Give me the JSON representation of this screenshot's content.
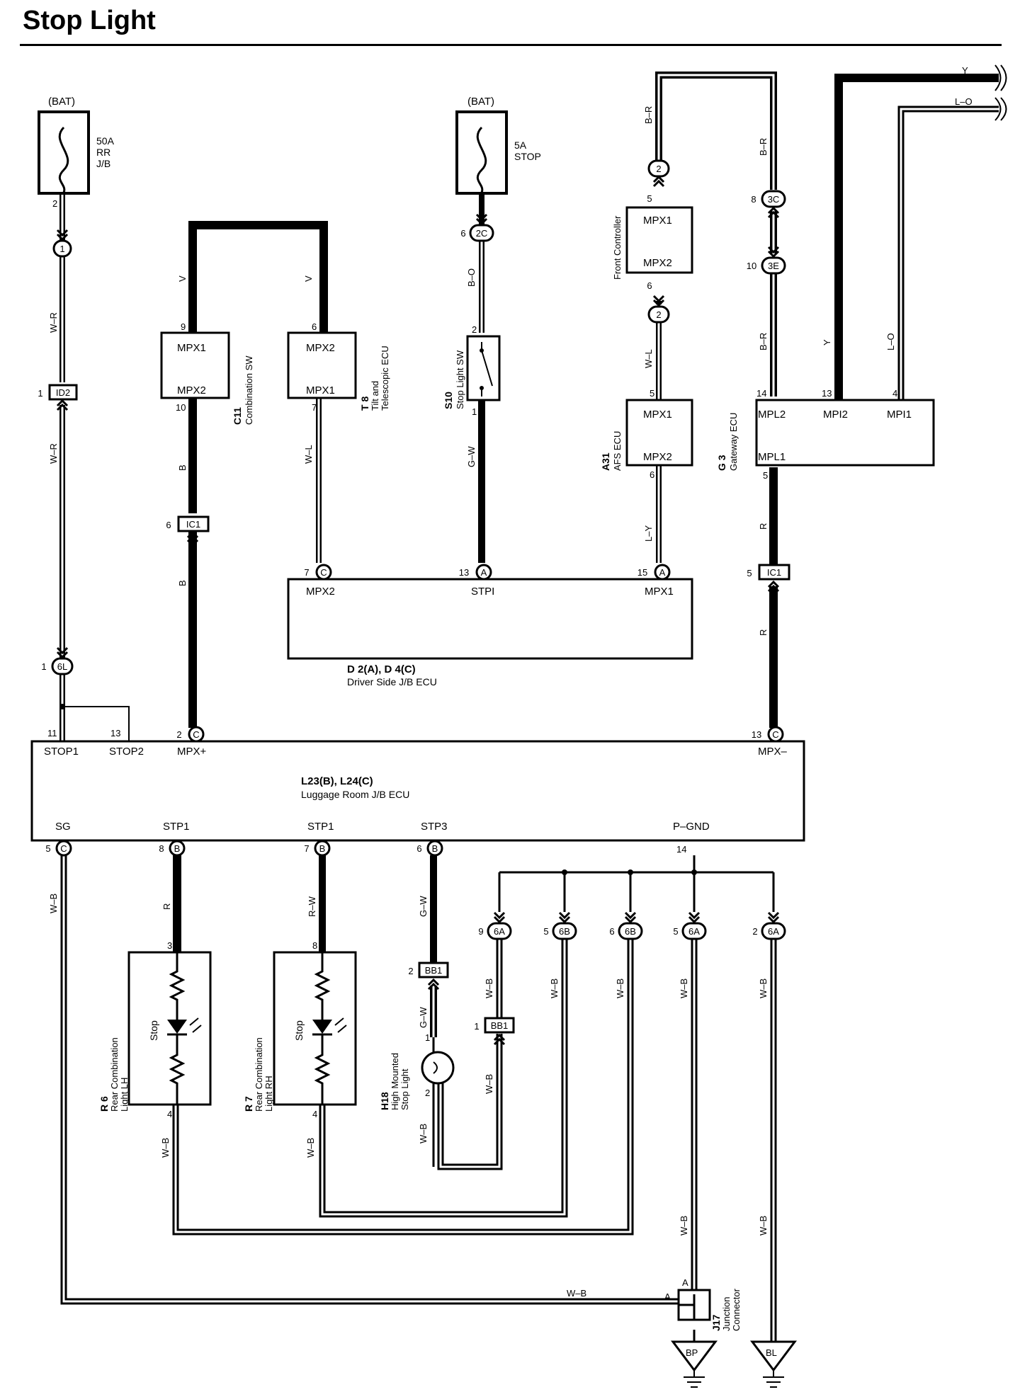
{
  "title": "Stop Light",
  "wires": {
    "w_r": "W–R",
    "v": "V",
    "b": "B",
    "b_o": "B–O",
    "b_r": "B–R",
    "w_l": "W–L",
    "g_w": "G–W",
    "l_y": "L–Y",
    "r": "R",
    "y": "Y",
    "l_o": "L–O",
    "w_b": "W–B",
    "r_w": "R–W"
  },
  "fuses": {
    "bat": "(BAT)",
    "rr": [
      "50A",
      "RR",
      "J/B"
    ],
    "stop": [
      "5A",
      "STOP"
    ]
  },
  "connectors": {
    "c1": "1",
    "id2": "ID2",
    "c6l": "6L",
    "ic1": "IC1",
    "c2c": "2C",
    "c2": "2",
    "c3c": "3C",
    "c3e": "3E",
    "bb1": "BB1",
    "c6a": "6A",
    "c6b": "6B",
    "pinA": "A",
    "pinB": "B",
    "pinC": "C"
  },
  "pins": {
    "p1": "1",
    "p2": "2",
    "p3": "3",
    "p4": "4",
    "p5": "5",
    "p6": "6",
    "p7": "7",
    "p8": "8",
    "p9": "9",
    "p10": "10",
    "p11": "11",
    "p13": "13",
    "p14": "14",
    "p15": "15"
  },
  "components": {
    "c11": {
      "code": "C11",
      "name": "Combination SW",
      "t1": "MPX1",
      "t2": "MPX2"
    },
    "t8": {
      "code": "T 8",
      "name": [
        "Tilt and",
        "Telescopic ECU"
      ],
      "t1": "MPX2",
      "t2": "MPX1"
    },
    "s10": {
      "code": "S10",
      "name": "Stop Light SW"
    },
    "front": {
      "name": "Front Controller",
      "t1": "MPX1",
      "t2": "MPX2"
    },
    "a31": {
      "code": "A31",
      "name": "AFS ECU",
      "t1": "MPX1",
      "t2": "MPX2"
    },
    "g3": {
      "code": "G 3",
      "name": "Gateway ECU",
      "t1": "MPL2",
      "t2": "MPI2",
      "t3": "MPI1",
      "t4": "MPL1"
    },
    "driver_jb": {
      "name1": "D 2(A), D 4(C)",
      "name2": "Driver Side J/B ECU",
      "t1": "MPX2",
      "t2": "STPI",
      "t3": "MPX1"
    },
    "luggage_jb": {
      "name1": "L23(B), L24(C)",
      "name2": "Luggage Room J/B ECU",
      "top": [
        "STOP1",
        "STOP2",
        "MPX+",
        "MPX–"
      ],
      "bottom": [
        "SG",
        "STP1",
        "STP1",
        "STP3",
        "P–GND"
      ]
    },
    "r6": {
      "code": "R 6",
      "name": [
        "Rear Combination",
        "Light LH"
      ],
      "lamp": "Stop"
    },
    "r7": {
      "code": "R 7",
      "name": [
        "Rear Combination",
        "Light RH"
      ],
      "lamp": "Stop"
    },
    "h18": {
      "code": "H18",
      "name": [
        "High Mounted",
        "Stop Light"
      ]
    },
    "j17": {
      "code": "J17",
      "name": [
        "Junction",
        "Connector"
      ]
    },
    "bp": "BP",
    "bl": "BL"
  }
}
